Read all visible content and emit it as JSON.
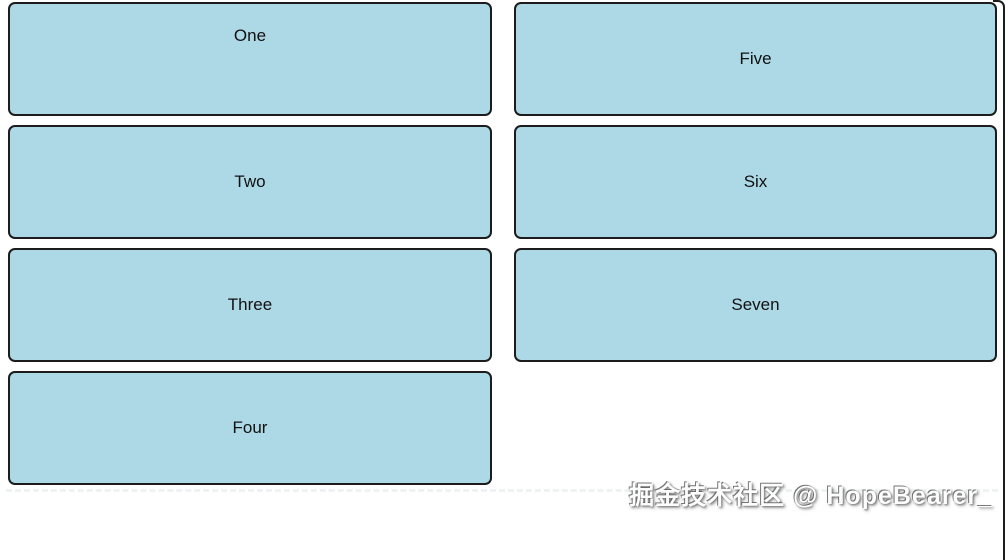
{
  "columns": {
    "left": [
      "One",
      "Two",
      "Three",
      "Four"
    ],
    "right": [
      "Five",
      "Six",
      "Seven"
    ]
  },
  "watermark": {
    "text": "掘金技术社区 @ HopeBearer_"
  },
  "colors": {
    "background": "#ffffff",
    "box_fill": "#add8e6",
    "box_border": "#1c1c1c",
    "box_text": "#111111",
    "frame_line": "#1c1c1c"
  }
}
